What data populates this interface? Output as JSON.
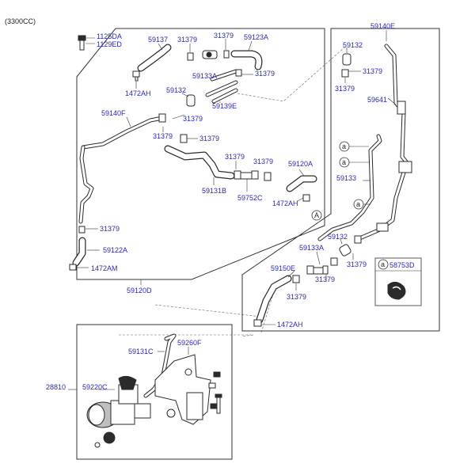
{
  "engine_variant": "(3300CC)",
  "section_marker": "A",
  "callout_letter": "a",
  "labels": {
    "bolt_a": "1125DA",
    "bolt_b": "1129ED",
    "clip_tl": "1472AH",
    "hose_59137": "59137",
    "clamp_1": "31379",
    "clamp_2": "31379",
    "hose_59123a": "59123A",
    "hose_59133a_top": "59133A",
    "clamp_3": "31379",
    "hose_59132_top": "59132",
    "pipe_59139e": "59139E",
    "pipe_59140f": "59140F",
    "clamp_4": "31379",
    "clamp_5": "31379",
    "clamp_6": "31379",
    "clamp_7": "31379",
    "hose_59131b": "59131B",
    "valve_59752c": "59752C",
    "hose_59120a": "59120A",
    "clip_mid": "1472AH",
    "clamp_left": "31379",
    "hose_59122a": "59122A",
    "clip_bl": "1472AM",
    "assy_59120d": "59120D",
    "pipe_59140e": "59140E",
    "hose_59132_r": "59132",
    "clamp_r1": "31379",
    "clamp_r2": "31379",
    "bracket_59641": "59641",
    "hose_59133_r": "59133",
    "hose_59132_r2": "59132",
    "hose_59133a_r": "59133A",
    "clamp_r3": "31379",
    "hose_59150e": "59150E",
    "clamp_r4": "31379",
    "clamp_r5": "31379",
    "clip_br": "1472AH",
    "part_58753d": "58753D",
    "pipe_59131c": "59131C",
    "bracket_59260f": "59260F",
    "pump_28810": "28810",
    "pump_59220c": "59220C"
  }
}
